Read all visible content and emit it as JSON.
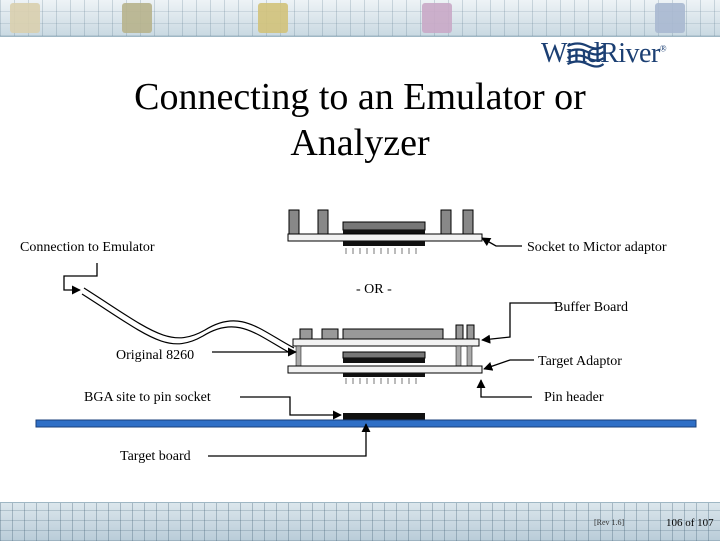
{
  "title_line1": "Connecting to an Emulator or",
  "title_line2": "Analyzer",
  "logo": {
    "text": "WindRiver",
    "mark": "®"
  },
  "labels": {
    "connection_to_emulator": "Connection to Emulator",
    "socket_to_mictor": "Socket to Mictor adaptor",
    "or_separator": "- OR -",
    "buffer_board": "Buffer Board",
    "original_8260": "Original 8260",
    "target_adaptor": "Target Adaptor",
    "bga_site": "BGA site to pin socket",
    "pin_header": "Pin header",
    "target_board": "Target board"
  },
  "footer": {
    "rev": "[Rev 1.6]",
    "page": "106 of 107"
  },
  "colors": {
    "target_board": "#2f6fc6",
    "logo": "#1b3f73"
  }
}
